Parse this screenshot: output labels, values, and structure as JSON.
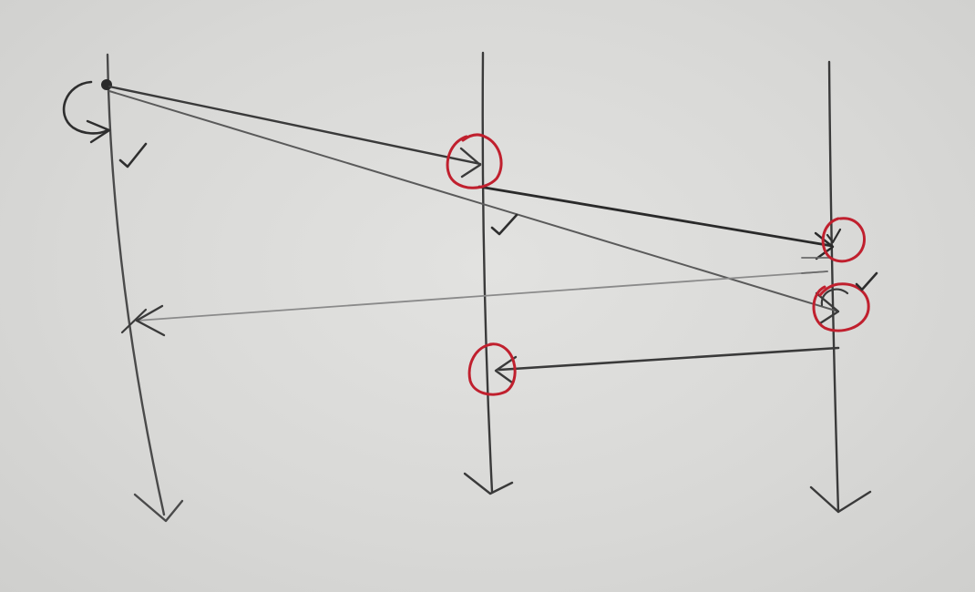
{
  "diagram": {
    "kind": "space-time diagram",
    "processes": [
      {
        "id": "p1"
      },
      {
        "id": "p2"
      },
      {
        "id": "p3"
      }
    ],
    "colors": {
      "ink": "#2e2e2e",
      "faint_ink": "#6a6a6a",
      "circle": "#c0202e",
      "paper": "#d9d9d7"
    },
    "messages": [
      {
        "id": "m1",
        "from": "p1",
        "to": "p2"
      },
      {
        "id": "m2",
        "from": "p1",
        "to": "p3"
      },
      {
        "id": "m3",
        "from": "p2",
        "to": "p3"
      },
      {
        "id": "m4",
        "from": "p3",
        "to": "p1"
      },
      {
        "id": "m5",
        "from": "p3",
        "to": "p2"
      }
    ],
    "marks": {
      "checkmarks": 4,
      "red_circles": 4,
      "self_loop_arrows": 2
    }
  }
}
